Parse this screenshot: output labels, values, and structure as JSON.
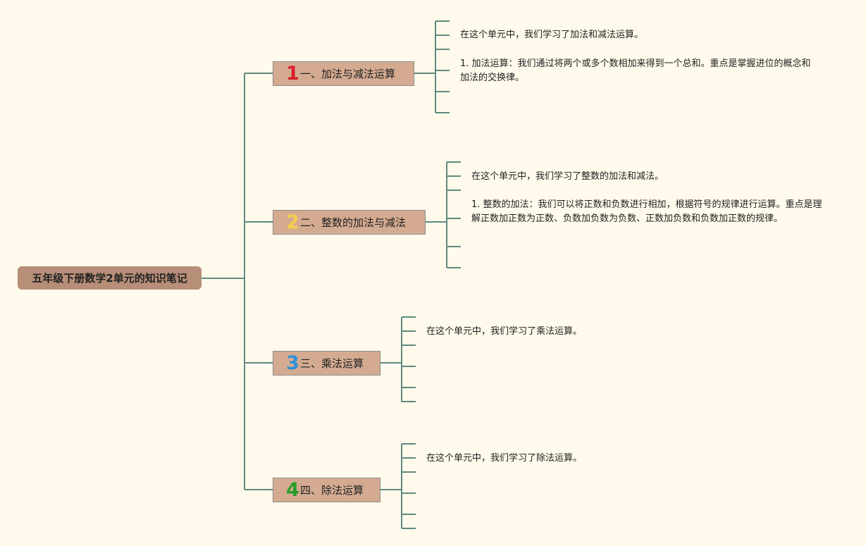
{
  "root": {
    "title": "五年级下册数学2单元的知识笔记"
  },
  "branches": [
    {
      "number": "1",
      "number_color": "#d81e2a",
      "label": "一、加法与减法运算",
      "notes": [
        "在这个单元中，我们学习了加法和减法运算。",
        "1. 加法运算：我们通过将两个或多个数相加来得到一个总和。重点是掌握进位的概念和加法的交换律。"
      ]
    },
    {
      "number": "2",
      "number_color": "#f2cf4a",
      "label": "二、整数的加法与减法",
      "notes": [
        "在这个单元中，我们学习了整数的加法和减法。",
        "1. 整数的加法：我们可以将正数和负数进行相加，根据符号的规律进行运算。重点是理解正数加正数为正数、负数加负数为负数、正数加负数和负数加正数的规律。"
      ]
    },
    {
      "number": "3",
      "number_color": "#2f8fd6",
      "label": "三、乘法运算",
      "notes": [
        "在这个单元中，我们学习了乘法运算。"
      ]
    },
    {
      "number": "4",
      "number_color": "#2a9a2a",
      "label": "四、除法运算",
      "notes": [
        "在这个单元中，我们学习了除法运算。"
      ]
    }
  ],
  "colors": {
    "background": "#fffaeb",
    "connector": "#5f8a80",
    "root_fill": "#b78e78",
    "branch_fill": "#d4ab91"
  }
}
